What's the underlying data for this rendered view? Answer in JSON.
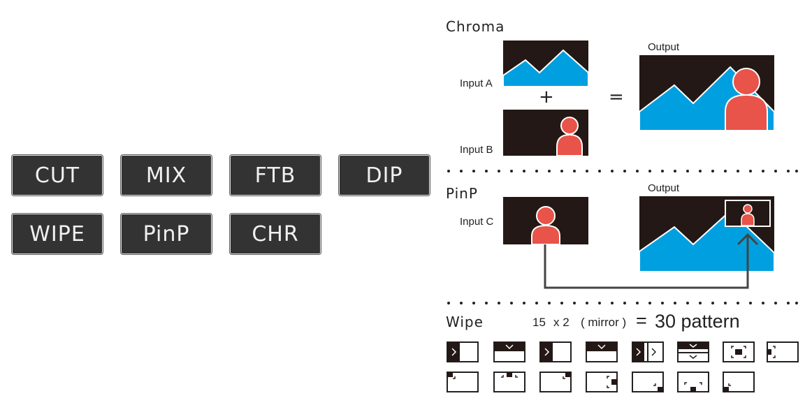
{
  "transitions": [
    {
      "id": "cut",
      "label": "CUT"
    },
    {
      "id": "mix",
      "label": "MIX"
    },
    {
      "id": "ftb",
      "label": "FTB"
    },
    {
      "id": "dip",
      "label": "DIP"
    },
    {
      "id": "wipe",
      "label": "WIPE"
    },
    {
      "id": "pinp",
      "label": "PinP"
    },
    {
      "id": "chr",
      "label": "CHR"
    }
  ],
  "chroma": {
    "title": "Chroma",
    "input_a": "Input A",
    "input_b": "Input B",
    "plus": "+",
    "equals": "=",
    "output": "Output"
  },
  "pinp": {
    "title": "PinP",
    "input_c": "Input C",
    "output": "Output"
  },
  "wipe": {
    "title": "Wipe",
    "pattern_count": "15",
    "multiplier": "x 2",
    "mirror_note": "( mirror )",
    "equals": "=",
    "total": "30 pattern"
  },
  "colors": {
    "button_bg": "#333333",
    "screen_bg": "#231815",
    "mountain": "#00a0e0",
    "person": "#e8534a"
  }
}
